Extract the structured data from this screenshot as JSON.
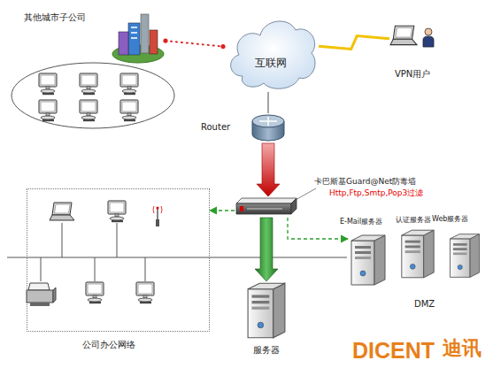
{
  "diagram": {
    "nodes": [
      {
        "text": [
          "其他城市子公司"
        ]
      },
      {
        "text": [
          "互联网"
        ]
      },
      {
        "text": [
          "VPN用户"
        ]
      },
      {
        "text": [
          "Router"
        ]
      },
      {
        "text": [
          "卡巴斯基Guard@Net防毒墙",
          "Http,Ftp,Smtp,Pop3过滤"
        ]
      },
      {
        "text": [
          "公司办公网络"
        ]
      },
      {
        "text": [
          "服务器"
        ]
      },
      {
        "text": [
          "E-Mail服务器"
        ]
      },
      {
        "text": [
          "认证服务器"
        ]
      },
      {
        "text": [
          "Web服务器"
        ]
      }
    ],
    "edges": [
      {
        "from": 0,
        "to": 1,
        "arrow": "none"
      },
      {
        "from": 2,
        "to": 1,
        "arrow": "none"
      },
      {
        "from": 1,
        "to": 3,
        "arrow": "none"
      },
      {
        "from": 3,
        "to": 4,
        "arrow": "to"
      },
      {
        "from": 4,
        "to": 6,
        "arrow": "to"
      },
      {
        "from": 4,
        "to": 5,
        "arrow": "to"
      },
      {
        "from": 4,
        "to": 7,
        "arrow": "to"
      }
    ],
    "labels": [
      "DMZ",
      "DICENT",
      "迪讯"
    ]
  }
}
